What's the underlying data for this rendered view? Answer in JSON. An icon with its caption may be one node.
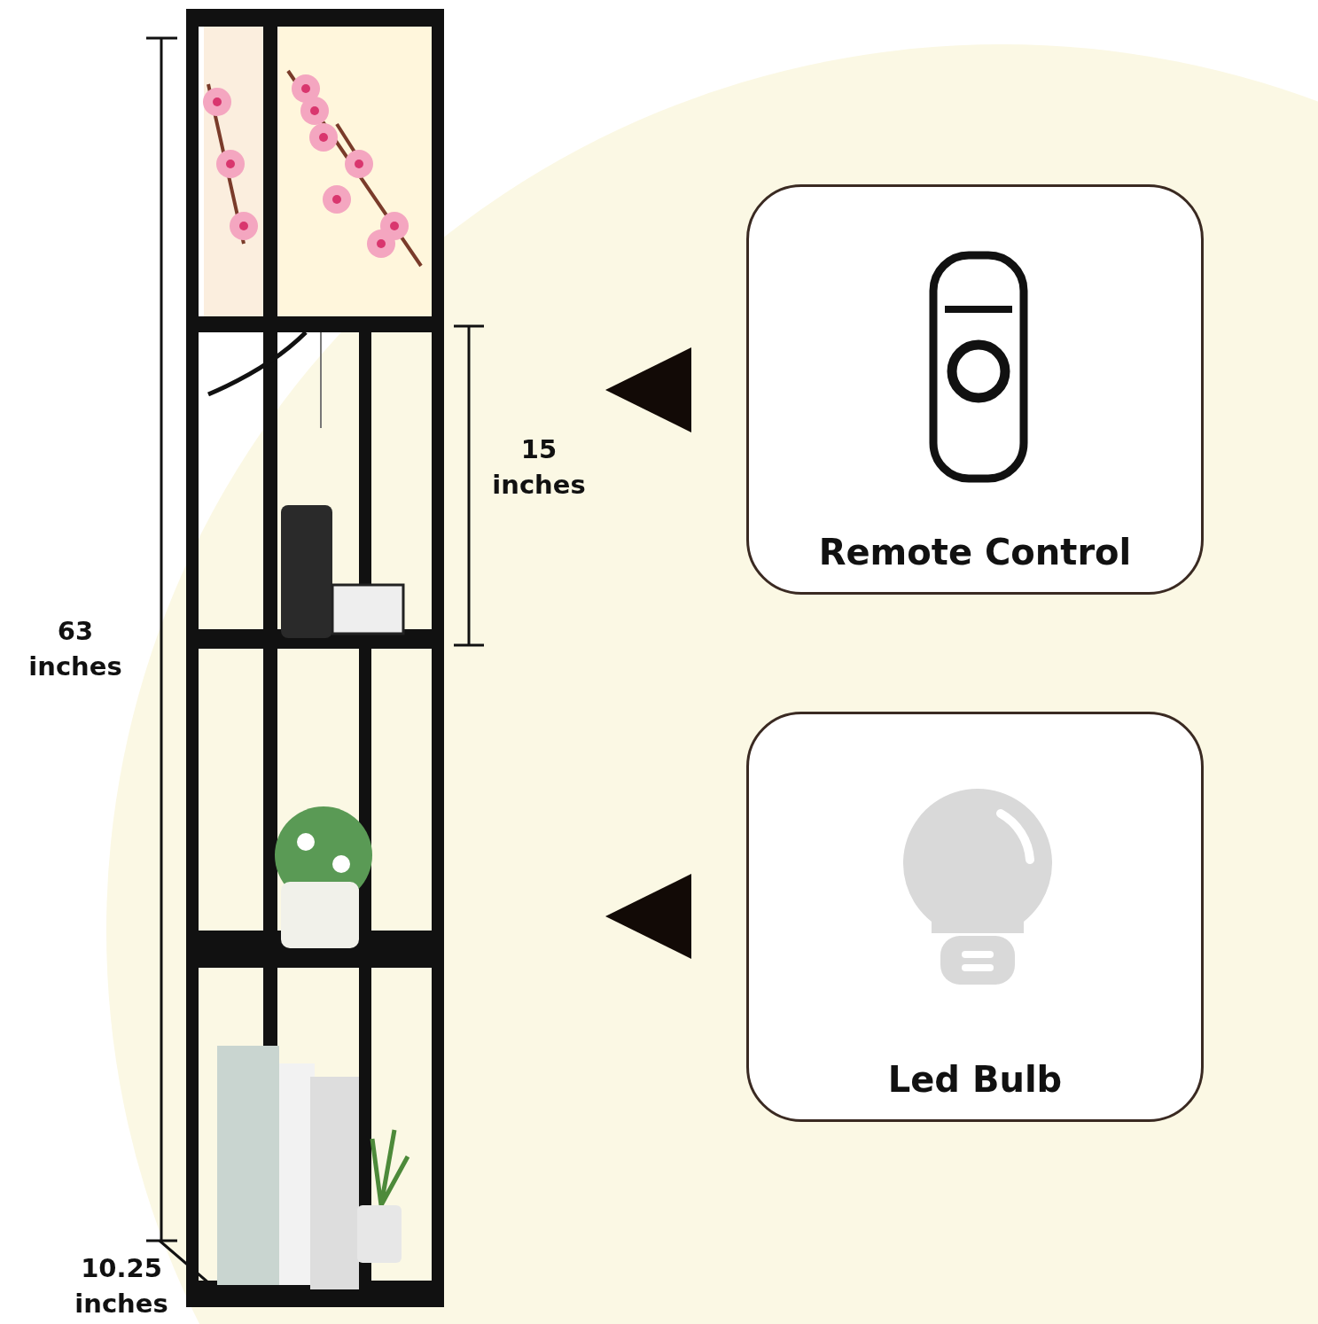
{
  "diagram": {
    "nodes": [
      {
        "text": [],
        "shape": "picture"
      },
      {
        "text": [],
        "shape": "triangle"
      },
      {
        "text": [
          "Remote Control"
        ]
      },
      {
        "text": [],
        "shape": "triangle"
      },
      {
        "text": [
          "Led Bulb"
        ]
      }
    ],
    "labels": [
      "63 inches",
      "15 inches",
      "10.25 inches"
    ]
  }
}
